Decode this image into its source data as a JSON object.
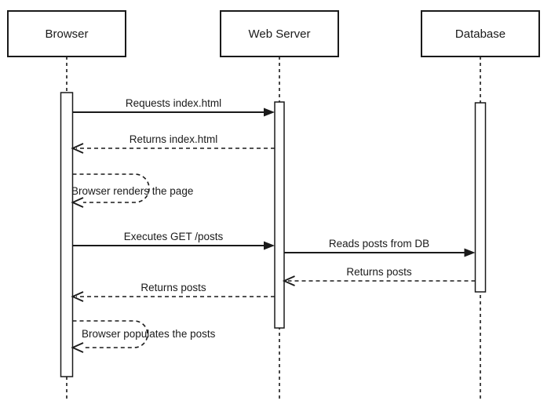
{
  "diagram": {
    "type": "uml-sequence-diagram",
    "colors": {
      "line": "#1a1a1a",
      "background": "#ffffff",
      "box_fill": "#ffffff"
    },
    "participants": [
      {
        "name": "Browser"
      },
      {
        "name": "Web Server"
      },
      {
        "name": "Database"
      }
    ],
    "messages": [
      {
        "label": "Requests index.html",
        "from": "Browser",
        "to": "Web Server",
        "line": "solid",
        "arrowhead": "filled"
      },
      {
        "label": "Returns index.html",
        "from": "Web Server",
        "to": "Browser",
        "line": "dashed",
        "arrowhead": "open"
      },
      {
        "label": "Browser renders the page",
        "from": "Browser",
        "to": "Browser",
        "line": "dashed",
        "arrowhead": "open",
        "self": true
      },
      {
        "label": "Executes GET /posts",
        "from": "Browser",
        "to": "Web Server",
        "line": "solid",
        "arrowhead": "filled"
      },
      {
        "label": "Reads posts from DB",
        "from": "Web Server",
        "to": "Database",
        "line": "solid",
        "arrowhead": "filled"
      },
      {
        "label": "Returns posts",
        "from": "Database",
        "to": "Web Server",
        "line": "dashed",
        "arrowhead": "open"
      },
      {
        "label": "Returns posts",
        "from": "Web Server",
        "to": "Browser",
        "line": "dashed",
        "arrowhead": "open"
      },
      {
        "label": "Browser populates the posts",
        "from": "Browser",
        "to": "Browser",
        "line": "dashed",
        "arrowhead": "open",
        "self": true
      }
    ]
  }
}
